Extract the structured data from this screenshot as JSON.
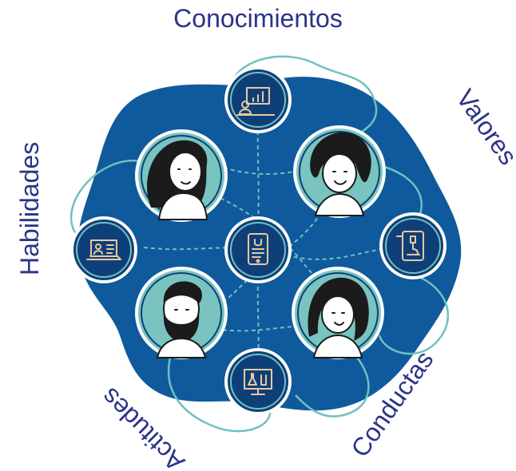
{
  "labels": {
    "top": "Conocimientos",
    "right_top": "Valores",
    "left": "Habilidades",
    "bottom_left": "Actitudes",
    "bottom_right": "Conductas"
  },
  "colors": {
    "label_text": "#2b3487",
    "blob": "#0f5a9c",
    "node": "#0f3f78",
    "teal": "#79c4c1",
    "icon_stroke": "#e8c9a0"
  },
  "icons": {
    "top": "presentation-chart-icon",
    "left": "laptop-checklist-icon",
    "center": "tablet-document-icon",
    "right": "phone-microscope-icon",
    "bottom": "monitor-flask-icon"
  }
}
